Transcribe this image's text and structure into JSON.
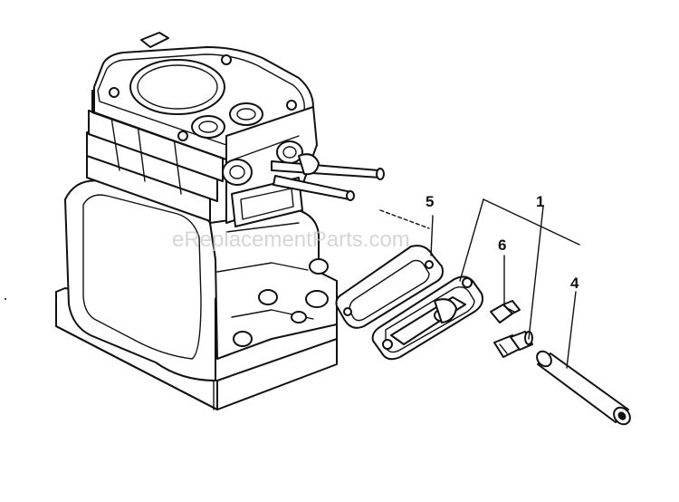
{
  "watermark": "eReplacementParts.com",
  "callouts": {
    "c1": "1",
    "c4": "4",
    "c5": "5",
    "c6": "6"
  }
}
